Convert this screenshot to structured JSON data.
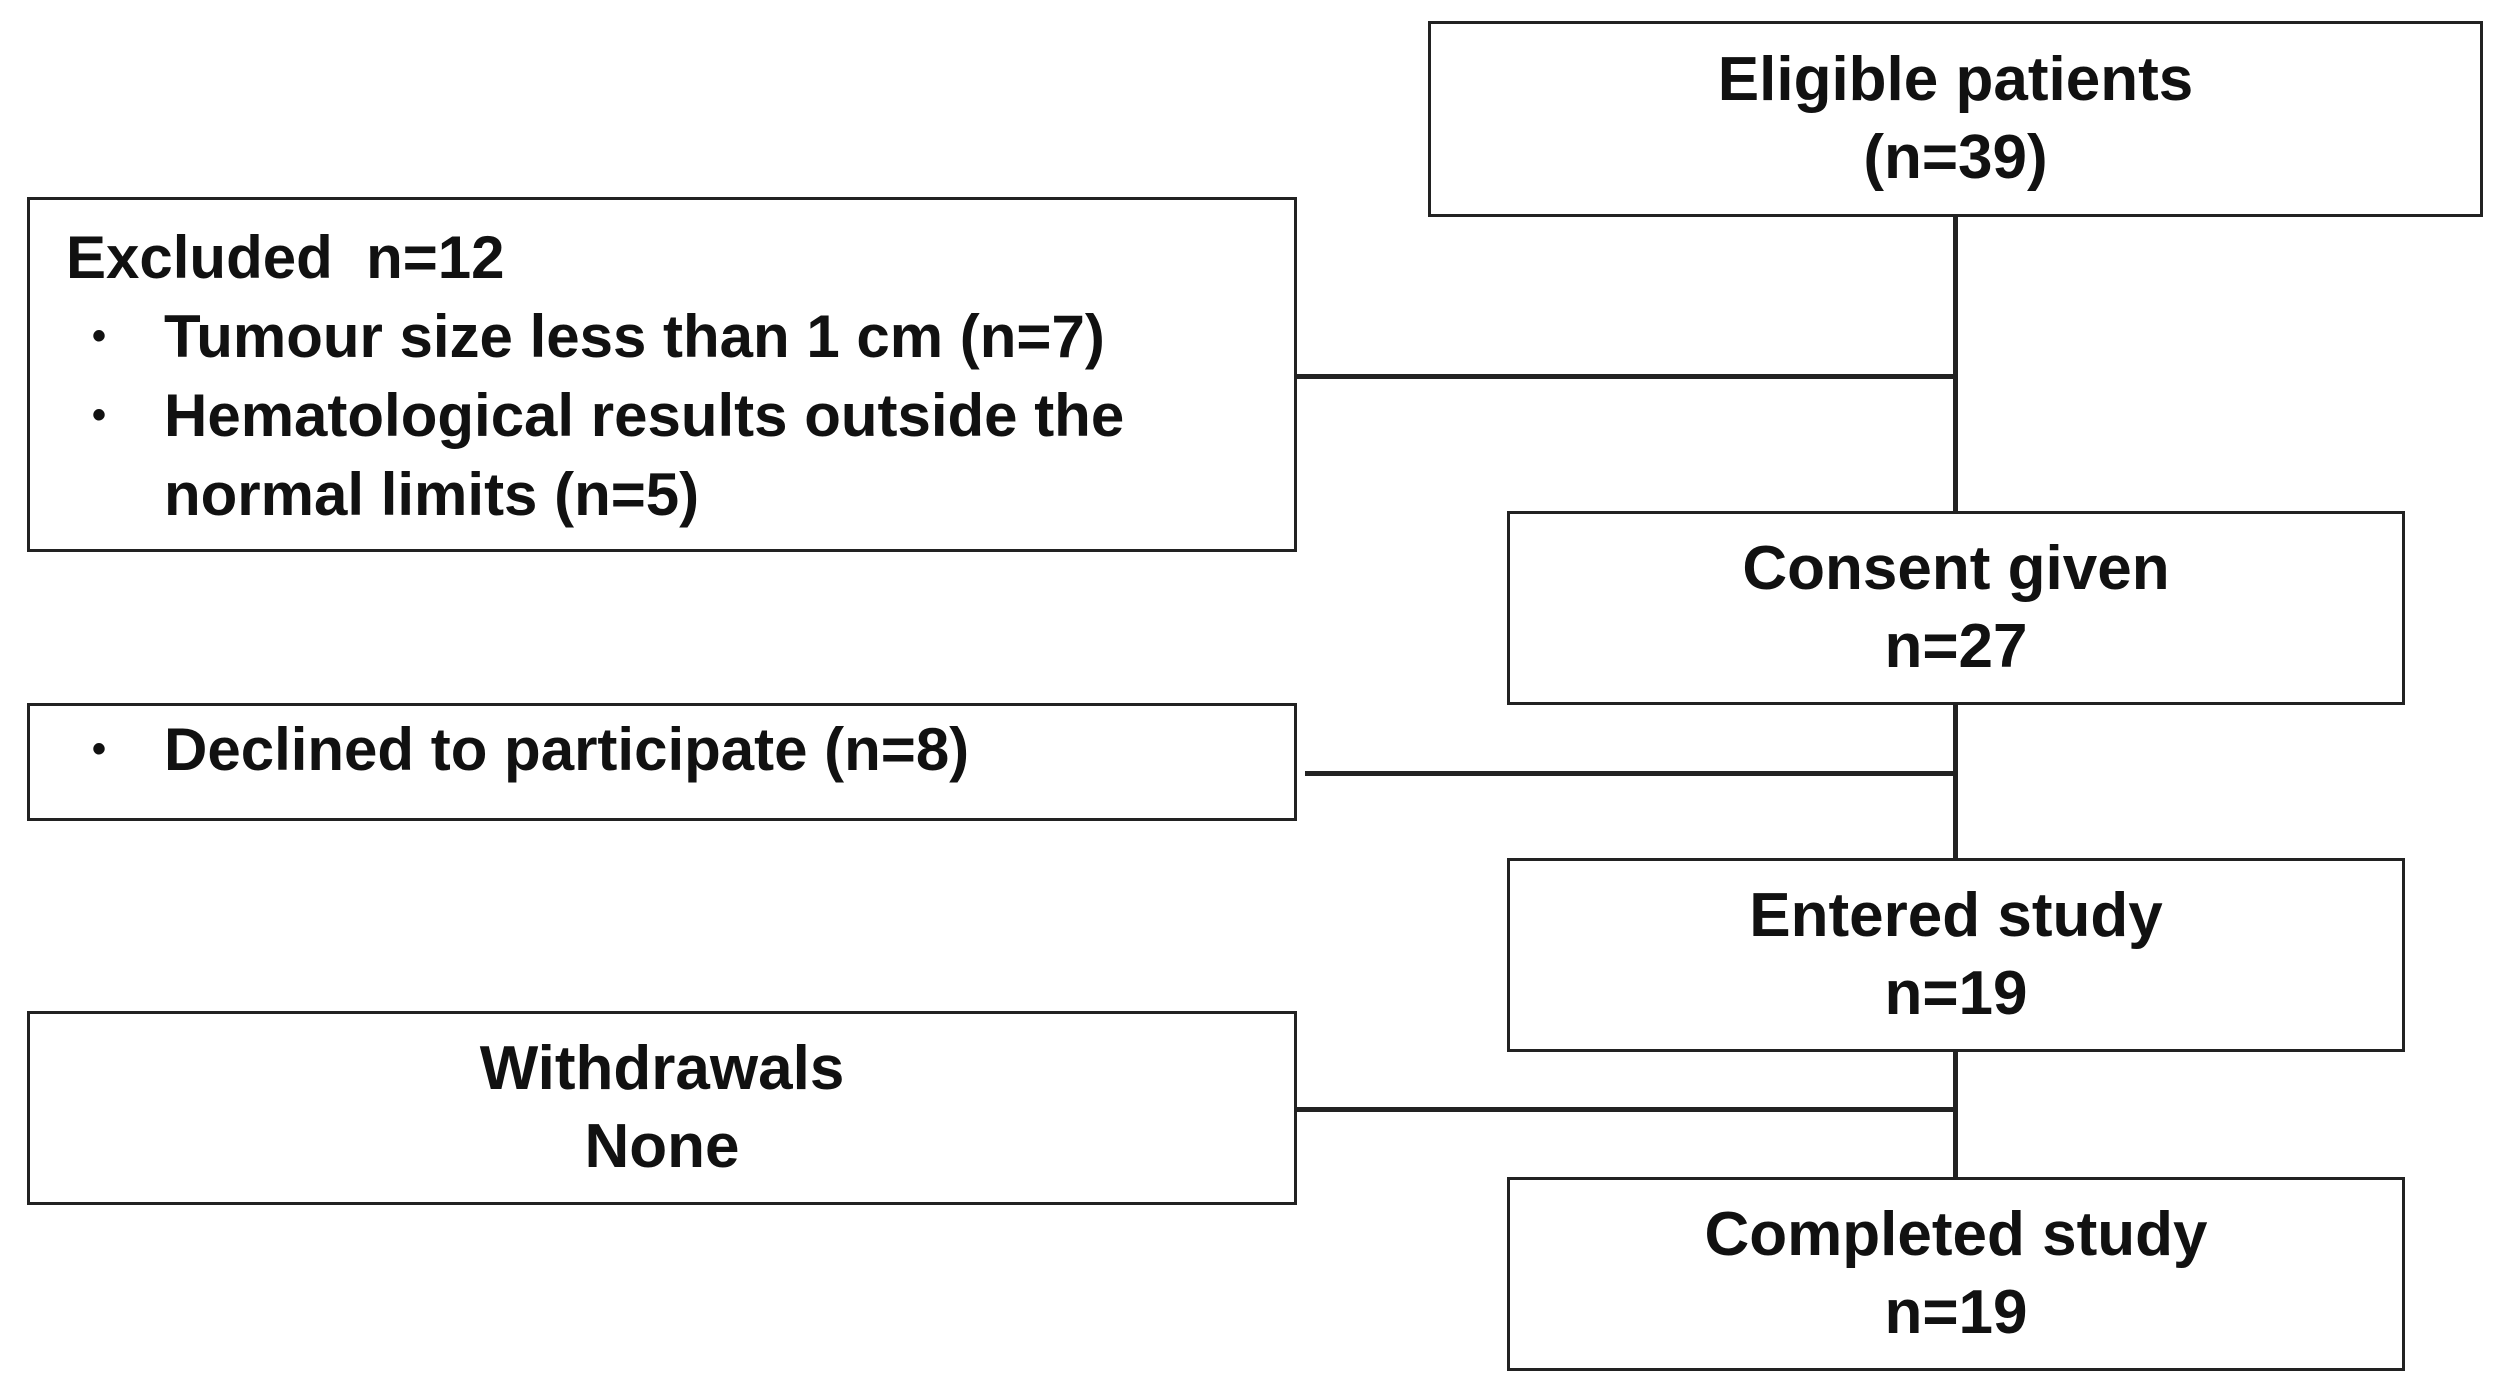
{
  "nodes": {
    "eligible": {
      "line1": "Eligible patients",
      "line2": "(n=39)"
    },
    "excluded": {
      "heading": "Excluded  n=12",
      "reasons": [
        "Tumour size less than 1 cm (n=7)",
        "Hematological results outside  the normal limits (n=5)"
      ]
    },
    "consent": {
      "line1": "Consent given",
      "line2": "n=27"
    },
    "declined": {
      "reasons": [
        "Declined to participate (n=8)"
      ]
    },
    "entered": {
      "line1": "Entered study",
      "line2": "n=19"
    },
    "withdrawals": {
      "line1": "Withdrawals",
      "line2": "None"
    },
    "completed": {
      "line1": "Completed study",
      "line2": "n=19"
    }
  },
  "bullet_glyph": "•",
  "colors": {
    "line": "#222222",
    "text": "#111111",
    "background": "#ffffff"
  }
}
